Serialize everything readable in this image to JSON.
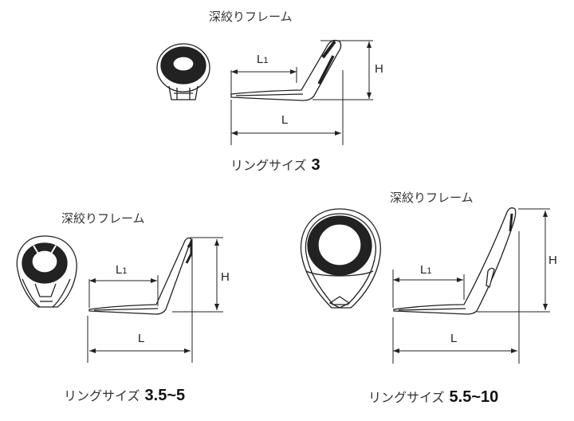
{
  "diagrams": [
    {
      "title": "深絞りフレーム",
      "dim_L1": "L",
      "dim_L1_sub": "1",
      "dim_L": "L",
      "dim_H": "H",
      "size_label": "リングサイズ",
      "size_value": "3"
    },
    {
      "title": "深絞りフレーム",
      "dim_L1": "L",
      "dim_L1_sub": "1",
      "dim_L": "L",
      "dim_H": "H",
      "size_label": "リングサイズ",
      "size_value": "3.5~5"
    },
    {
      "title": "深絞りフレーム",
      "dim_L1": "L",
      "dim_L1_sub": "1",
      "dim_L": "L",
      "dim_H": "H",
      "size_label": "リングサイズ",
      "size_value": "5.5~10"
    }
  ]
}
